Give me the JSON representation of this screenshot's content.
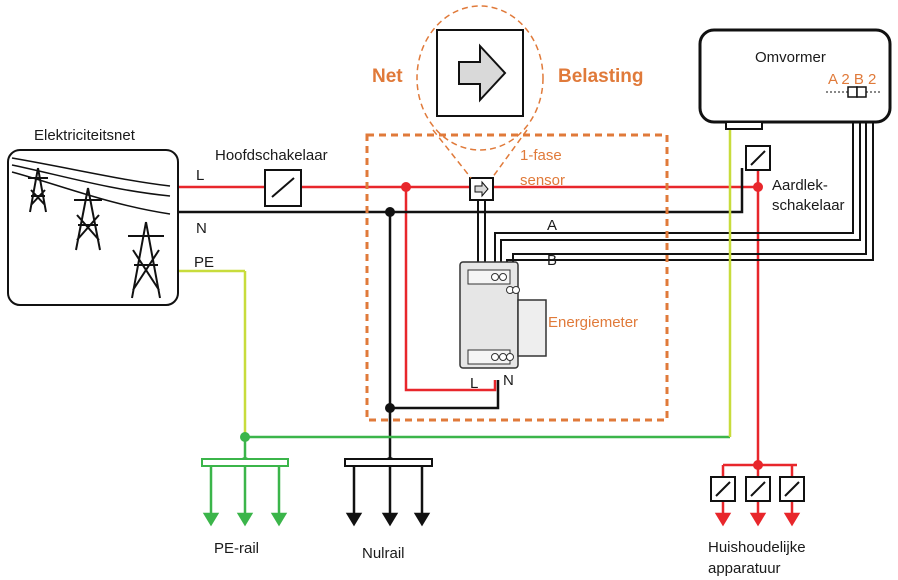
{
  "labels": {
    "grid": "Elektriciteitsnet",
    "main_switch": "Hoofdschakelaar",
    "line_l": "L",
    "line_n": "N",
    "line_pe": "PE",
    "sensor_line1": "1-fase",
    "sensor_line2": "sensor",
    "net": "Net",
    "load": "Belasting",
    "inverter": "Omvormer",
    "inverter_ports": "A 2 B 2",
    "rcd_line1": "Aardlek-",
    "rcd_line2": "schakelaar",
    "bus_a": "A",
    "bus_b": "B",
    "meter": "Energiemeter",
    "meter_l": "L",
    "meter_n": "N",
    "pe_rail": "PE-rail",
    "neutral_rail": "Nulrail",
    "appliances_line1": "Huishoudelijke",
    "appliances_line2": "apparatuur"
  },
  "colors": {
    "live": "#e8262b",
    "neutral": "#111111",
    "earth": "#3bb54a",
    "earth_alt": "#c8dc3c",
    "accent": "#e07a3a",
    "device_fill": "#e6e6e6"
  }
}
